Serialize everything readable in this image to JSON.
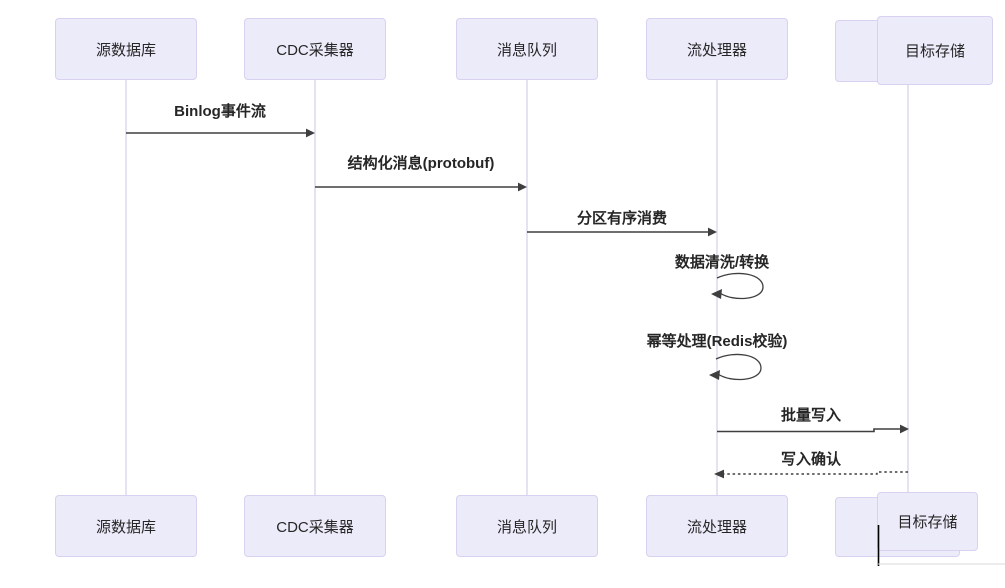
{
  "diagram": {
    "type": "sequence-diagram",
    "topic": "CDC data pipeline",
    "actors": [
      {
        "id": "source-db",
        "label": "源数据库"
      },
      {
        "id": "cdc-collector",
        "label": "CDC采集器"
      },
      {
        "id": "message-queue",
        "label": "消息队列"
      },
      {
        "id": "stream-processor",
        "label": "流处理器"
      },
      {
        "id": "target-storage",
        "label": "目标存储"
      }
    ],
    "messages": [
      {
        "from": "源数据库",
        "to": "CDC采集器",
        "label": "Binlog事件流",
        "line": "solid"
      },
      {
        "from": "CDC采集器",
        "to": "消息队列",
        "label": "结构化消息(protobuf)",
        "line": "solid"
      },
      {
        "from": "消息队列",
        "to": "流处理器",
        "label": "分区有序消费",
        "line": "solid"
      },
      {
        "from": "流处理器",
        "to": "流处理器",
        "label": "数据清洗/转换",
        "line": "self-loop"
      },
      {
        "from": "流处理器",
        "to": "流处理器",
        "label": "幂等处理(Redis校验)",
        "line": "self-loop"
      },
      {
        "from": "流处理器",
        "to": "目标存储",
        "label": "批量写入",
        "line": "solid"
      },
      {
        "from": "目标存储",
        "to": "流处理器",
        "label": "写入确认",
        "line": "dashed"
      }
    ],
    "colors": {
      "background": "#ffffff",
      "actor_fill": "#ECEBFA",
      "actor_border": "#D8D1F0",
      "lifeline": "#CCC5E4",
      "message_line": "#3F3F3F",
      "text": "#262626",
      "cursor": "#000000",
      "divider": "#D9D9D9"
    }
  }
}
